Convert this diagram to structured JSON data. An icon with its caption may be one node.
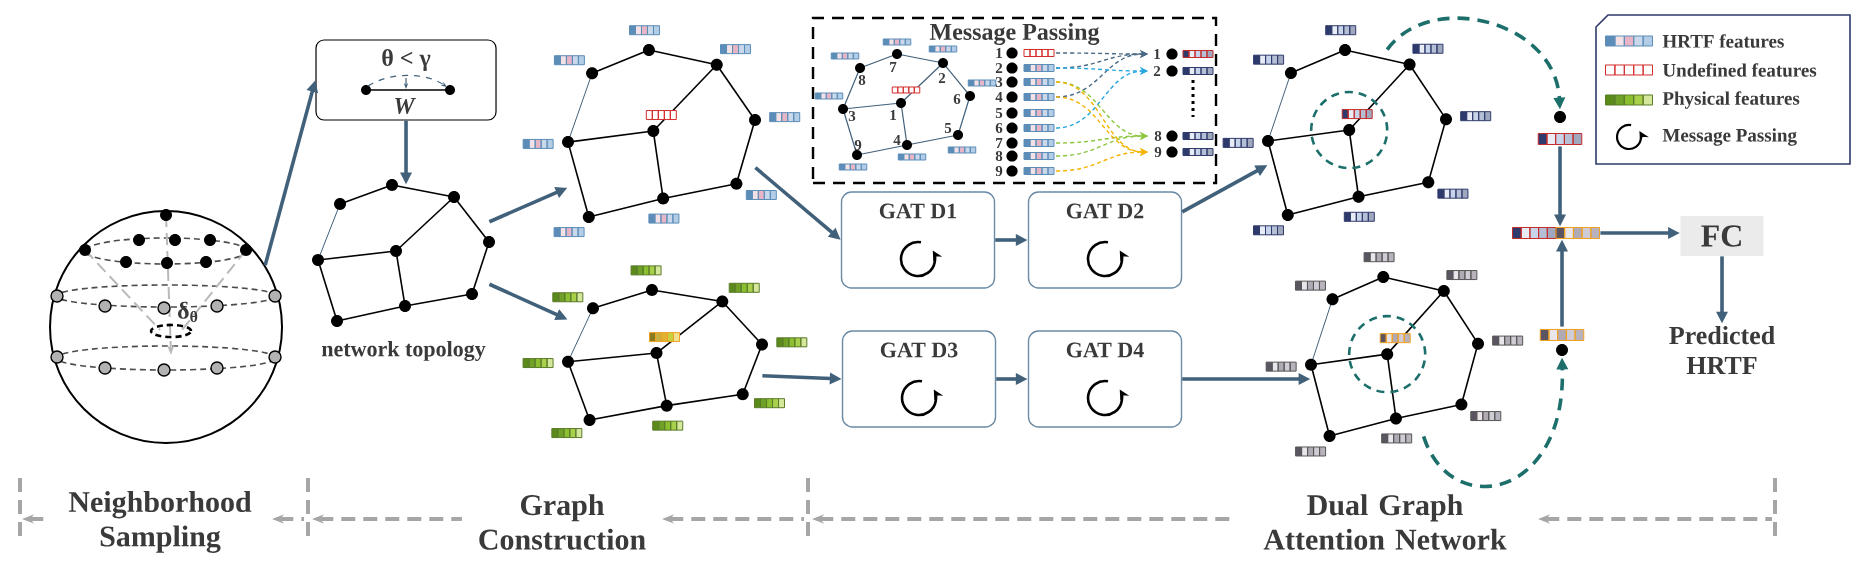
{
  "diagram": {
    "nodes": [
      {
        "text": [
          "δ$_{θ}$"
        ]
      },
      {
        "text": [
          "θ < γ",
          "W"
        ]
      },
      {
        "text": [],
        "shape": "picture",
        "beside": [
          "network topology"
        ]
      },
      {
        "text": [],
        "shape": "picture"
      },
      {
        "text": [],
        "shape": "picture"
      },
      {
        "text": [
          "Message Passing"
        ]
      },
      {
        "text": [
          "GAT D1"
        ]
      },
      {
        "text": [
          "GAT D2"
        ]
      },
      {
        "text": [
          "GAT D3"
        ]
      },
      {
        "text": [
          "GAT D4"
        ]
      },
      {
        "text": [],
        "shape": "picture"
      },
      {
        "text": [],
        "shape": "picture"
      },
      {
        "text": [],
        "shape": "bar"
      },
      {
        "text": [],
        "shape": "bar"
      },
      {
        "text": [],
        "shape": "bar"
      },
      {
        "text": [
          "FC"
        ]
      },
      {
        "text": [
          "Predicted HRTF"
        ]
      }
    ],
    "edges": [
      {
        "from": 0,
        "to": 1,
        "arrow": "to"
      },
      {
        "from": 1,
        "to": 2,
        "arrow": "to"
      },
      {
        "from": 2,
        "to": 3,
        "arrow": "to"
      },
      {
        "from": 2,
        "to": 4,
        "arrow": "to"
      },
      {
        "from": 3,
        "to": 6,
        "arrow": "to"
      },
      {
        "from": 6,
        "to": 7,
        "arrow": "to"
      },
      {
        "from": 7,
        "to": 10,
        "arrow": "to"
      },
      {
        "from": 4,
        "to": 8,
        "arrow": "to"
      },
      {
        "from": 8,
        "to": 9,
        "arrow": "to"
      },
      {
        "from": 9,
        "to": 11,
        "arrow": "to"
      },
      {
        "from": 10,
        "to": 12,
        "arrow": "to",
        "style": "dashed",
        "color": "#1d6f6c"
      },
      {
        "from": 11,
        "to": 14,
        "arrow": "to",
        "style": "dashed",
        "color": "#1d6f6c"
      },
      {
        "from": 12,
        "to": 13,
        "arrow": "to"
      },
      {
        "from": 14,
        "to": 13,
        "arrow": "to"
      },
      {
        "from": 13,
        "to": 15,
        "arrow": "to"
      },
      {
        "from": 15,
        "to": 16,
        "arrow": "to"
      }
    ],
    "labels": [
      "7",
      "2",
      "8",
      "6",
      "1",
      "3",
      "5",
      "4",
      "9",
      "1",
      "2",
      "3",
      "4",
      "5",
      "6",
      "7",
      "8",
      "9",
      "1",
      "2",
      "8",
      "9",
      "Neighborhood Sampling",
      "Graph Construction",
      "Dual Graph Attention Network"
    ],
    "legend": [
      {
        "text": "HRTF features"
      },
      {
        "text": "Undefined features"
      },
      {
        "text": "Physical features"
      },
      {
        "text": "Message Passing"
      }
    ]
  }
}
